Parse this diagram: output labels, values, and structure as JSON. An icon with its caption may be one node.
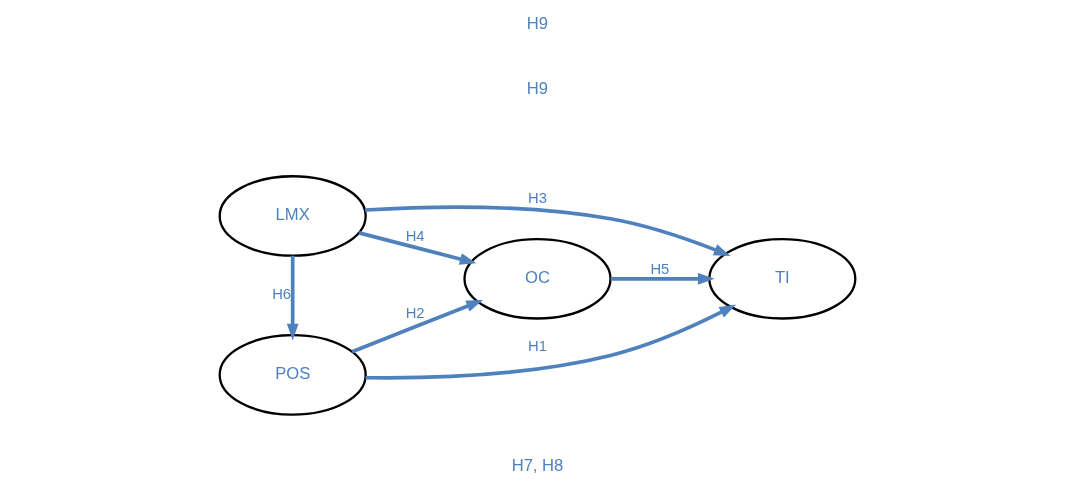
{
  "diagram": {
    "nodes": [
      {
        "text": [
          "POS"
        ]
      },
      {
        "text": [
          "LMX"
        ]
      },
      {
        "text": [
          "OC"
        ]
      },
      {
        "text": [
          "TI"
        ]
      }
    ],
    "edges": [
      {
        "from": 0,
        "to": 3,
        "arrow": "to",
        "label": "H1"
      },
      {
        "from": 0,
        "to": 2,
        "arrow": "to",
        "label": "H2"
      },
      {
        "from": 1,
        "to": 3,
        "arrow": "to",
        "label": "H3"
      },
      {
        "from": 1,
        "to": 2,
        "arrow": "to",
        "label": "H4"
      },
      {
        "from": 2,
        "to": 3,
        "arrow": "to",
        "label": "H5"
      },
      {
        "from": 1,
        "to": 0,
        "arrow": "to",
        "label": "H6"
      }
    ],
    "labels": [
      "H7, H8",
      "H9",
      "H9"
    ]
  }
}
